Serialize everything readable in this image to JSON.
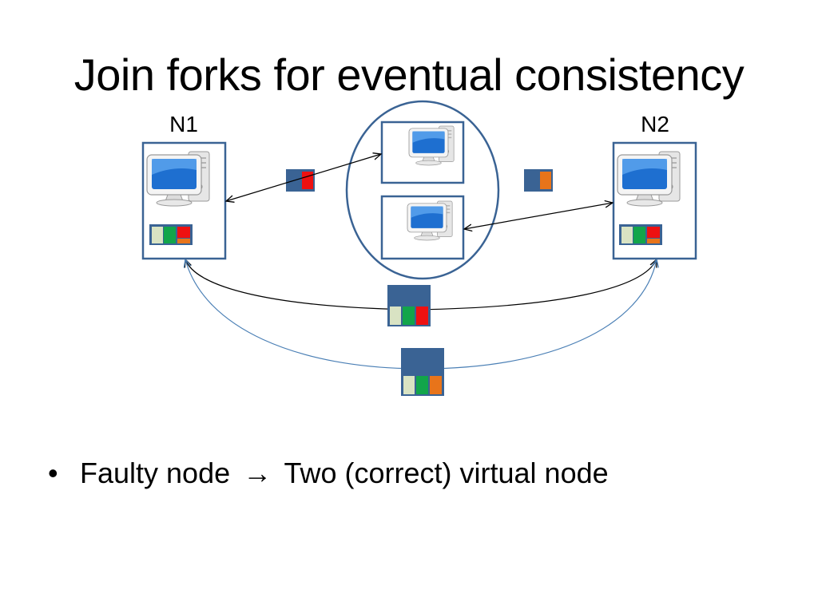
{
  "slide": {
    "title": "Join forks for eventual consistency"
  },
  "nodes": {
    "n1_label": "N1",
    "n2_label": "N2"
  },
  "bullet": {
    "marker": "•",
    "text_before": "Faulty node",
    "arrow": "→",
    "text_after": "Two (correct) virtual node"
  },
  "icons": [
    "computer-icon",
    "state-block-icon",
    "message-block-icon",
    "double-arrow-icon"
  ],
  "colors": {
    "frame": "#3a6394",
    "block_navy": "#3a6394",
    "cell_cream": "#d9e3c3",
    "cell_green": "#12a54a",
    "cell_red": "#ee1111",
    "cell_orange": "#e8741a",
    "arc_black": "#000000",
    "arc_blue": "#4a7fb5"
  }
}
